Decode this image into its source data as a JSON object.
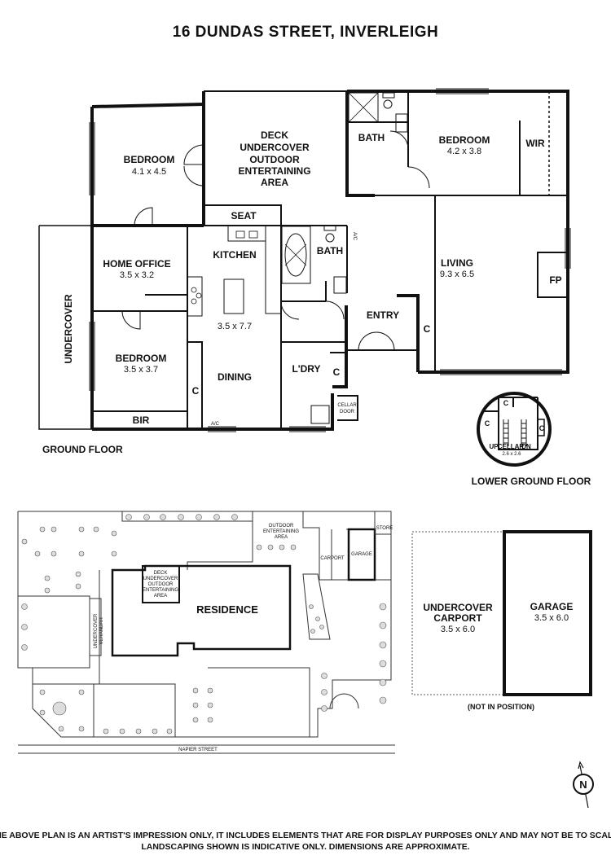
{
  "title": "16 DUNDAS STREET, INVERLEIGH",
  "ground_floor": {
    "label": "GROUND FLOOR",
    "rooms": {
      "bedroom1": {
        "name": "BEDROOM",
        "dim": "4.1 x 4.5"
      },
      "deck": {
        "line1": "DECK",
        "line2": "UNDERCOVER",
        "line3": "OUTDOOR",
        "line4": "ENTERTAINING",
        "line5": "AREA"
      },
      "bath1": {
        "name": "BATH"
      },
      "bedroom2": {
        "name": "BEDROOM",
        "dim": "4.2 x 3.8"
      },
      "wir": {
        "name": "WIR"
      },
      "seat": {
        "name": "SEAT"
      },
      "kitchen": {
        "name": "KITCHEN"
      },
      "bath2": {
        "name": "BATH"
      },
      "ac1": {
        "name": "A/C"
      },
      "living": {
        "name": "LIVING",
        "dim": "9.3 x 6.5"
      },
      "fp": {
        "name": "FP"
      },
      "home_office": {
        "name": "HOME OFFICE",
        "dim": "3.5 x 3.2"
      },
      "dining_dim": {
        "dim": "3.5 x 7.7"
      },
      "entry": {
        "name": "ENTRY"
      },
      "c1": {
        "name": "C"
      },
      "undercover": {
        "name": "UNDERCOVER"
      },
      "bedroom3": {
        "name": "BEDROOM",
        "dim": "3.5 x 3.7"
      },
      "dining": {
        "name": "DINING"
      },
      "laundry": {
        "name": "L'DRY"
      },
      "c2": {
        "name": "C"
      },
      "c3": {
        "name": "C"
      },
      "cellar_door": {
        "line1": "CELLAR",
        "line2": "DOOR"
      },
      "bir": {
        "name": "BIR"
      },
      "ac2": {
        "name": "A/C"
      }
    }
  },
  "lower_ground_floor": {
    "label": "LOWER GROUND FLOOR",
    "c_top": "C",
    "c_left": "C",
    "c_right": "C",
    "up": "UP",
    "cellar": "CELLAR",
    "dn": "DN",
    "cellar_dim": "2.6 x 2.6"
  },
  "site": {
    "residence": "RESIDENCE",
    "outdoor1": "OUTDOOR",
    "outdoor2": "ENTERTAINING",
    "outdoor3": "AREA",
    "deck1": "DECK",
    "deck2": "UNDERCOVER",
    "deck3": "OUTDOOR",
    "deck4": "ENTERTAINING",
    "deck5": "AREA",
    "carport": "CARPORT",
    "garage": "GARAGE",
    "store": "STORE",
    "verandah1": "UNDERCOVER",
    "verandah2": "VERANDAH",
    "street": "NAPIER STREET"
  },
  "outbuildings": {
    "carport_l1": "UNDERCOVER",
    "carport_l2": "CARPORT",
    "carport_dim": "3.5 x 6.0",
    "garage_name": "GARAGE",
    "garage_dim": "3.5 x 6.0",
    "note": "(NOT IN POSITION)"
  },
  "compass": "N",
  "disclaimer": {
    "line1": "THE ABOVE PLAN IS AN ARTIST'S IMPRESSION ONLY, IT INCLUDES ELEMENTS THAT ARE FOR DISPLAY PURPOSES ONLY AND MAY NOT BE TO SCALE.",
    "line2": "LANDSCAPING SHOWN IS INDICATIVE ONLY. DIMENSIONS ARE APPROXIMATE."
  }
}
